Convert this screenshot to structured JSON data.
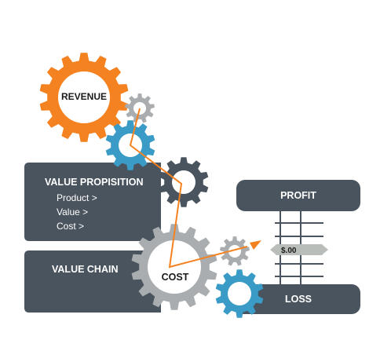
{
  "value_proposition": {
    "title": "VALUE PROPISITION",
    "items": [
      "Product >",
      "Value >",
      "Cost >"
    ]
  },
  "value_chain": {
    "title": "VALUE CHAIN"
  },
  "gears": {
    "revenue_label": "REVENUE",
    "cost_label": "COST"
  },
  "profit_loss": {
    "profit_label": "PROFIT",
    "loss_label": "LOSS",
    "meter_value": "$.00"
  },
  "colors": {
    "dark_slate": "#4a545e",
    "orange": "#f58220",
    "blue": "#3a9bc6",
    "light_gray": "#a9adaf",
    "meter_highlight": "#b8bdb9"
  }
}
